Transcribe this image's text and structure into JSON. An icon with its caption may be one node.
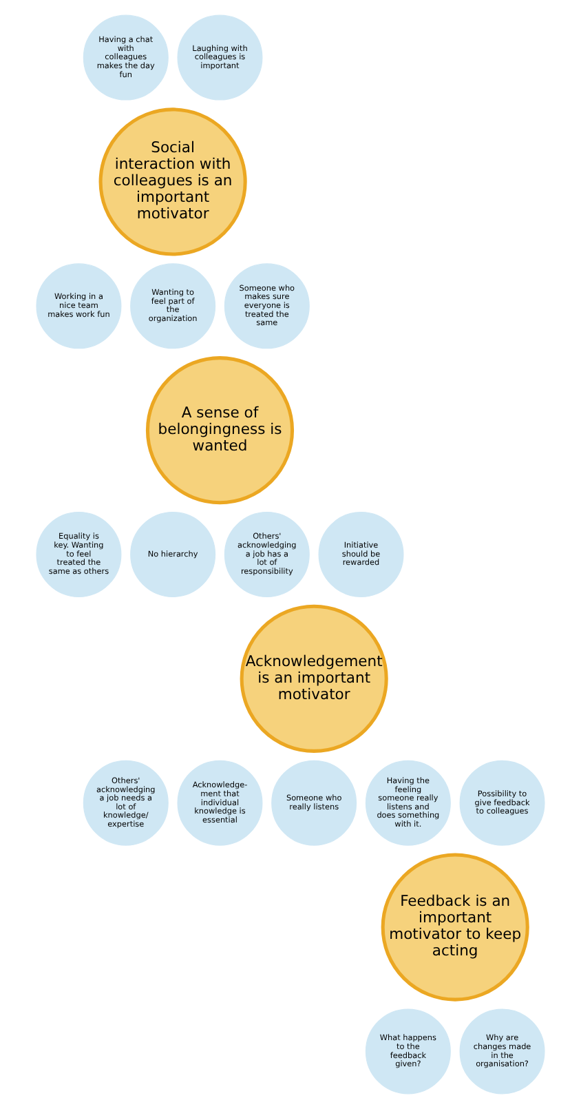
{
  "diagram": {
    "nodes": [
      {
        "text": [
          "Having a chat with colleagues makes the day fun"
        ]
      },
      {
        "text": [
          "Laughing with colleagues is important"
        ]
      },
      {
        "text": [
          "Social interaction with colleagues is an important motivator"
        ]
      },
      {
        "text": [
          "Working in a nice team makes work fun"
        ]
      },
      {
        "text": [
          "Wanting to feel part of the organization"
        ]
      },
      {
        "text": [
          "Someone who makes sure everyone is treated the same"
        ]
      },
      {
        "text": [
          "Equality is key. Wanting to feel treated the same as others"
        ]
      },
      {
        "text": [
          "A sense of belongingness is wanted"
        ]
      },
      {
        "text": [
          "No hierarchy"
        ]
      },
      {
        "text": [
          "Others' acknowledging a job has a lot of responsibility"
        ]
      },
      {
        "text": [
          "Initiative should be rewarded"
        ]
      },
      {
        "text": [
          "Acknowledgement is an important motivator"
        ]
      },
      {
        "text": [
          "Others' acknowledging a job needs a lot of knowledge/ expertise"
        ]
      },
      {
        "text": [
          "Acknowledge-ment that individual knowledge is essential"
        ]
      },
      {
        "text": [
          "Someone who really listens"
        ]
      },
      {
        "text": [
          "Having the feeling someone really listens and does something with it."
        ]
      },
      {
        "text": [
          "Possibility to give feedback to colleagues"
        ]
      },
      {
        "text": [
          "Feedback is an important motivator to keep acting"
        ]
      },
      {
        "text": [
          "What happens to the feedback given?"
        ]
      },
      {
        "text": [
          "Why are changes made in the organisation?"
        ]
      }
    ]
  }
}
